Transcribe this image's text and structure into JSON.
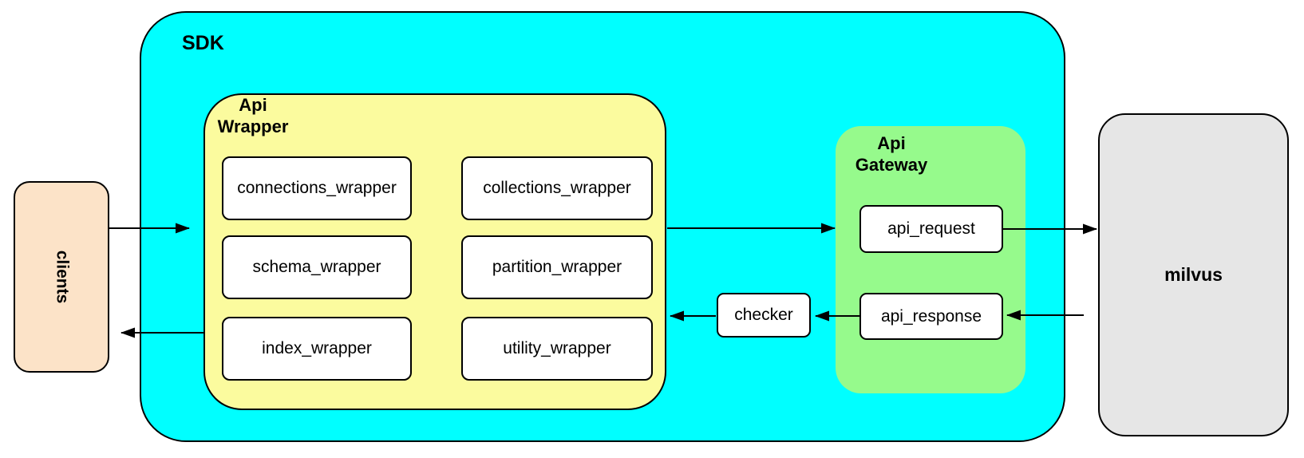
{
  "colors": {
    "sdk_fill": "#00FFFF",
    "api_wrapper_fill": "#FBFB9E",
    "api_gateway_fill": "#96FA8C",
    "clients_fill": "#FCE3C8",
    "milvus_fill": "#E6E6E6",
    "node_fill": "#FFFFFF",
    "stroke": "#000000"
  },
  "nodes": {
    "clients": "clients",
    "sdk": "SDK",
    "api_wrapper": {
      "line1": "Api",
      "line2": "Wrapper"
    },
    "wrappers": [
      "connections_wrapper",
      "collections_wrapper",
      "schema_wrapper",
      "partition_wrapper",
      "index_wrapper",
      "utility_wrapper"
    ],
    "checker": "checker",
    "api_gateway": {
      "line1": "Api",
      "line2": "Gateway"
    },
    "gateway_boxes": [
      "api_request",
      "api_response"
    ],
    "milvus": "milvus"
  }
}
